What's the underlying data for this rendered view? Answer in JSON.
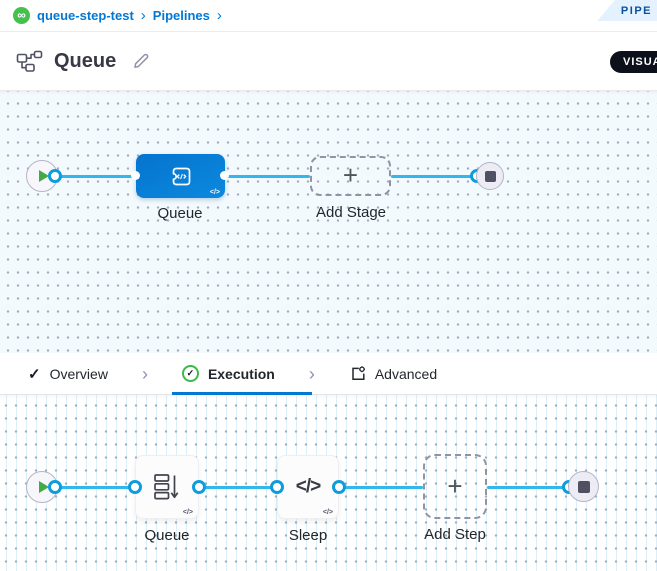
{
  "breadcrumb": {
    "items": [
      {
        "label": "queue-step-test"
      },
      {
        "label": "Pipelines"
      }
    ]
  },
  "ribbon": {
    "label": "PIPE"
  },
  "title_bar": {
    "title": "Queue",
    "view_toggle": "VISUAL"
  },
  "stage_canvas": {
    "stage": {
      "label": "Queue"
    },
    "add_stage": {
      "label": "Add Stage"
    }
  },
  "tab_bar": {
    "tabs": [
      {
        "label": "Overview"
      },
      {
        "label": "Execution",
        "active": true
      },
      {
        "label": "Advanced"
      }
    ]
  },
  "execution_canvas": {
    "steps": [
      {
        "label": "Queue"
      },
      {
        "label": "Sleep"
      }
    ],
    "add_step": {
      "label": "Add Step"
    }
  },
  "glyphs": {
    "check": "✓",
    "infinity": "∞",
    "plus": "+",
    "code": "</>",
    "chevron": "›"
  },
  "colors": {
    "accent": "#0278D5",
    "line": "#32B6EC",
    "success": "#42AB45",
    "node_blue": "#0278D5",
    "dark_pill": "#0B101B"
  }
}
